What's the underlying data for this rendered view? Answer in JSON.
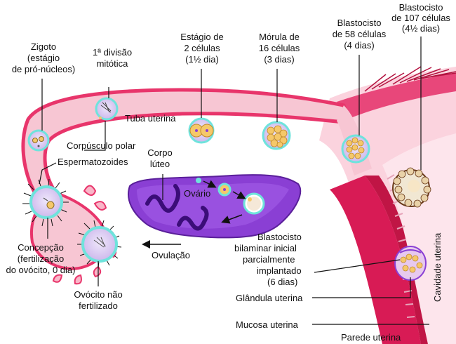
{
  "colors": {
    "tube_pink": "#f7c6d3",
    "tube_wall": "#e8356b",
    "uterus_wall": "#d81b55",
    "uterus_light": "#fbe0e8",
    "ovary": "#8a3fd4",
    "ovary_light": "#a45ee8",
    "cell_ring": "#6fe3dc",
    "cell_fill": "#d9c8f0",
    "cell_yellow": "#f5c86a",
    "line": "#111111"
  },
  "labels": {
    "zygote": [
      "Zigoto",
      "(estágio",
      "de pró-núcleos)"
    ],
    "first_division": [
      "1ª divisão",
      "mitótica"
    ],
    "two_cell": [
      "Estágio de",
      "2 células",
      "(1½ dia)"
    ],
    "morula": [
      "Mórula de",
      "16 células",
      "(3 dias)"
    ],
    "blasto58": [
      "Blastocisto",
      "de 58 células",
      "(4 dias)"
    ],
    "blasto107": [
      "Blastocisto",
      "de 107 células",
      "(4½ dias)"
    ],
    "tube": "Tuba uterina",
    "polar_body": "Corpúsculo polar",
    "sperm": "Espermatozoides",
    "corpus_luteum": [
      "Corpo",
      "lúteo"
    ],
    "ovary": "Ovário",
    "conception": [
      "Concepção",
      "(fertilização",
      "do ovócito, 0 dia)"
    ],
    "ovulation": "Ovulação",
    "unfertilized": [
      "Ovócito não",
      "fertilizado"
    ],
    "implanted": [
      "Blastocisto",
      "bilaminar inicial",
      "parcialmente",
      "implantado",
      "(6 dias)"
    ],
    "gland": "Glândula uterina",
    "mucosa": "Mucosa uterina",
    "cavity": "Cavidade uterina",
    "wall": "Parede uterina"
  }
}
